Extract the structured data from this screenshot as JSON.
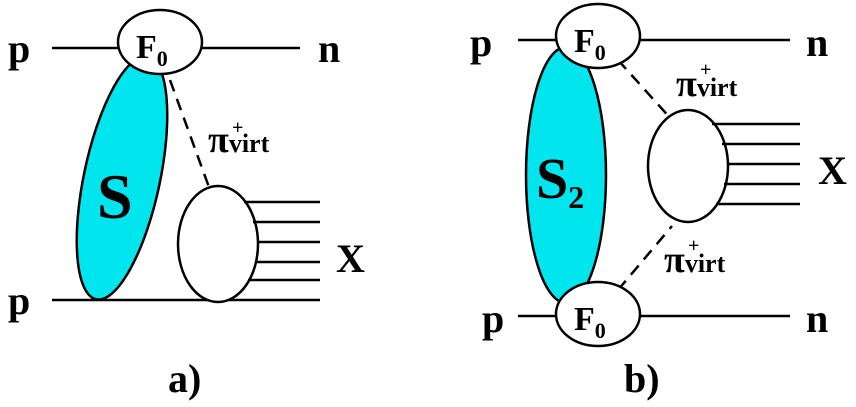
{
  "colors": {
    "line": "#000000",
    "blob_fill": "#00e5ee",
    "vertex_fill": "#ffffff",
    "background": "#ffffff"
  },
  "diagram_a": {
    "proton_top": "p",
    "neutron_out": "n",
    "proton_bottom": "p",
    "vertex": {
      "main": "F",
      "sub": "0"
    },
    "absorptive": "S",
    "pion": {
      "symbol": "π",
      "sup": "+",
      "label": "virt"
    },
    "final_state": "X",
    "caption": "a)"
  },
  "diagram_b": {
    "proton_top": "p",
    "neutron_top": "n",
    "proton_bottom": "p",
    "neutron_bottom": "n",
    "vertex_top": {
      "main": "F",
      "sub": "0"
    },
    "vertex_bottom": {
      "main": "F",
      "sub": "0"
    },
    "absorptive": {
      "main": "S",
      "sub": "2"
    },
    "pion_top": {
      "symbol": "π",
      "sup": "+",
      "label": "virt"
    },
    "pion_bottom": {
      "symbol": "π",
      "sup": "+",
      "label": "virt"
    },
    "final_state": "X",
    "caption": "b)"
  }
}
